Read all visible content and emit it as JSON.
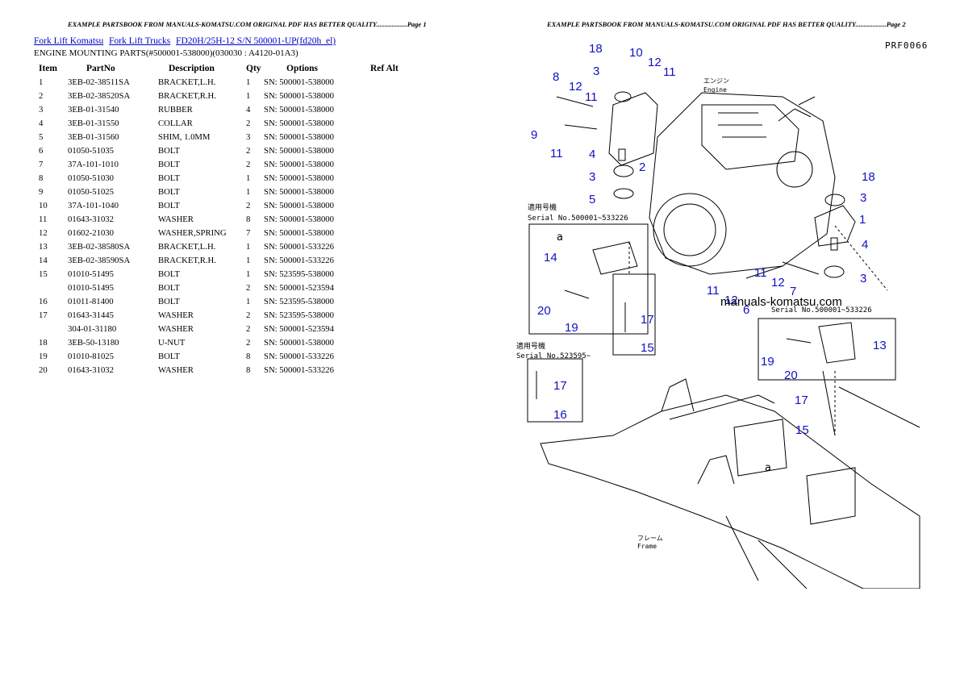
{
  "header": {
    "page1": "EXAMPLE PARTSBOOK FROM MANUALS-KOMATSU.COM ORIGINAL PDF HAS BETTER QUALITY..................Page 1",
    "page2": "EXAMPLE PARTSBOOK FROM MANUALS-KOMATSU.COM ORIGINAL PDF HAS BETTER QUALITY..................Page 2"
  },
  "breadcrumb": [
    "Fork Lift Komatsu",
    "Fork Lift Trucks",
    "FD20H/25H-12 S/N 500001-UP(fd20h_el)"
  ],
  "section_title": "ENGINE MOUNTING PARTS(#500001-538000)(030030 : A4120-01A3)",
  "table": {
    "columns": [
      "Item",
      "PartNo",
      "Description",
      "Qty",
      "Options",
      "Ref Alt"
    ],
    "rows": [
      [
        "1",
        "3EB-02-38511SA",
        "BRACKET,L.H.",
        "1",
        "SN: 500001-538000",
        ""
      ],
      [
        "2",
        "3EB-02-38520SA",
        "BRACKET,R.H.",
        "1",
        "SN: 500001-538000",
        ""
      ],
      [
        "3",
        "3EB-01-31540",
        "RUBBER",
        "4",
        "SN: 500001-538000",
        ""
      ],
      [
        "4",
        "3EB-01-31550",
        "COLLAR",
        "2",
        "SN: 500001-538000",
        ""
      ],
      [
        "5",
        "3EB-01-31560",
        "SHIM, 1.0MM",
        "3",
        "SN: 500001-538000",
        ""
      ],
      [
        "6",
        "01050-51035",
        "BOLT",
        "2",
        "SN: 500001-538000",
        ""
      ],
      [
        "7",
        "37A-101-1010",
        "BOLT",
        "2",
        "SN: 500001-538000",
        ""
      ],
      [
        "8",
        "01050-51030",
        "BOLT",
        "1",
        "SN: 500001-538000",
        ""
      ],
      [
        "9",
        "01050-51025",
        "BOLT",
        "1",
        "SN: 500001-538000",
        ""
      ],
      [
        "10",
        "37A-101-1040",
        "BOLT",
        "2",
        "SN: 500001-538000",
        ""
      ],
      [
        "11",
        "01643-31032",
        "WASHER",
        "8",
        "SN: 500001-538000",
        ""
      ],
      [
        "12",
        "01602-21030",
        "WASHER,SPRING",
        "7",
        "SN: 500001-538000",
        ""
      ],
      [
        "13",
        "3EB-02-38580SA",
        "BRACKET,L.H.",
        "1",
        "SN: 500001-533226",
        ""
      ],
      [
        "14",
        "3EB-02-38590SA",
        "BRACKET,R.H.",
        "1",
        "SN: 500001-533226",
        ""
      ],
      [
        "15",
        "01010-51495",
        "BOLT",
        "1",
        "SN: 523595-538000",
        ""
      ],
      [
        "",
        "01010-51495",
        "BOLT",
        "2",
        "SN: 500001-523594",
        ""
      ],
      [
        "16",
        "01011-81400",
        "BOLT",
        "1",
        "SN: 523595-538000",
        ""
      ],
      [
        "17",
        "01643-31445",
        "WASHER",
        "2",
        "SN: 523595-538000",
        ""
      ],
      [
        "",
        "304-01-31180",
        "WASHER",
        "2",
        "SN: 500001-523594",
        ""
      ],
      [
        "18",
        "3EB-50-13180",
        "U-NUT",
        "2",
        "SN: 500001-538000",
        ""
      ],
      [
        "19",
        "01010-81025",
        "BOLT",
        "8",
        "SN: 500001-533226",
        ""
      ],
      [
        "20",
        "01643-31032",
        "WASHER",
        "8",
        "SN: 500001-533226",
        ""
      ]
    ]
  },
  "diagram": {
    "code": "PRF0066",
    "watermark": "manuals-komatsu.com",
    "engine_label_jp": "エンジン",
    "engine_label": "Engine",
    "frame_label_jp": "フレーム",
    "frame_label": "Frame",
    "serial_jp": "適用号機",
    "serial_a": "Serial No.500001~533226",
    "serial_b": "Serial No.523595~",
    "serial_c": "Serial No.500001~533226",
    "detail_marker": "a"
  },
  "colors": {
    "callout": "#1010c8",
    "link": "#0000cc"
  }
}
